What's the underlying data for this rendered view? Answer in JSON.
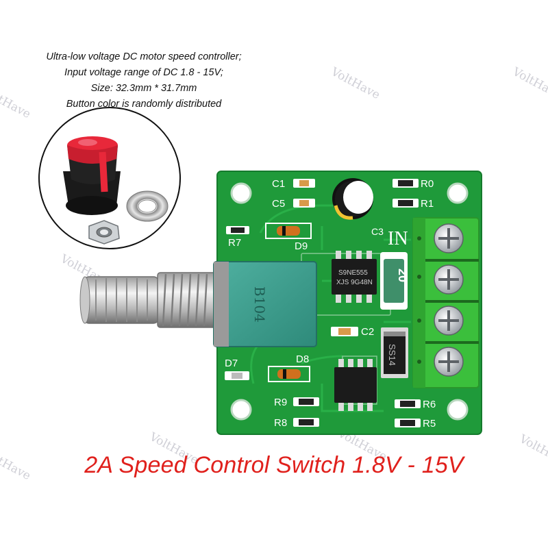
{
  "description": {
    "lines": [
      "Ultra-low voltage DC motor speed controller;",
      "Input voltage range of DC 1.8 - 15V;",
      "Size: 32.3mm * 31.7mm",
      "Button color is randomly distributed"
    ]
  },
  "headline": "2A Speed Control Switch 1.8V - 15V",
  "watermark": "VoltHave",
  "board_labels": {
    "c1": "C1",
    "c5": "C5",
    "c3": "C3",
    "c2": "C2",
    "r0": "R0",
    "r1": "R1",
    "r5": "R5",
    "r6": "R6",
    "r7": "R7",
    "r8": "R8",
    "r9": "R9",
    "d7": "D7",
    "d8": "D8",
    "d9": "D9",
    "in": "IN",
    "pot_code": "B104",
    "chip_line1": "S9NE555",
    "chip_line2": "XJS 9G48N",
    "fuse": "20",
    "diode": "SS14"
  },
  "colors": {
    "pcb": "#1f9a3a",
    "terminal": "#3bbf3c",
    "knob_cap": "#e8283a",
    "headline": "#e0201c"
  }
}
